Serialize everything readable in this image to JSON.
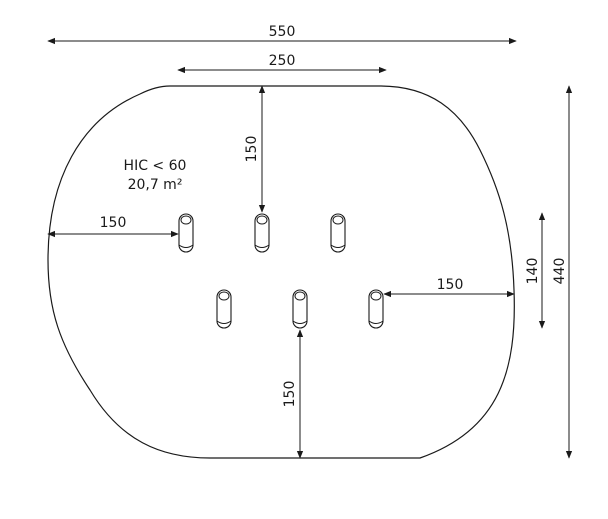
{
  "drawing": {
    "dimensions": {
      "overall_width": "550",
      "upper_width": "250",
      "top_clearance": "150",
      "left_clearance": "150",
      "right_clearance": "150",
      "bottom_clearance": "150",
      "right_offset_height": "140",
      "overall_height": "440"
    },
    "area_info": {
      "hic": "HIC < 60",
      "area": "20,7 m²"
    },
    "posts": {
      "upper_row": [
        "post",
        "post",
        "post"
      ],
      "lower_row": [
        "post",
        "post",
        "post"
      ]
    }
  }
}
